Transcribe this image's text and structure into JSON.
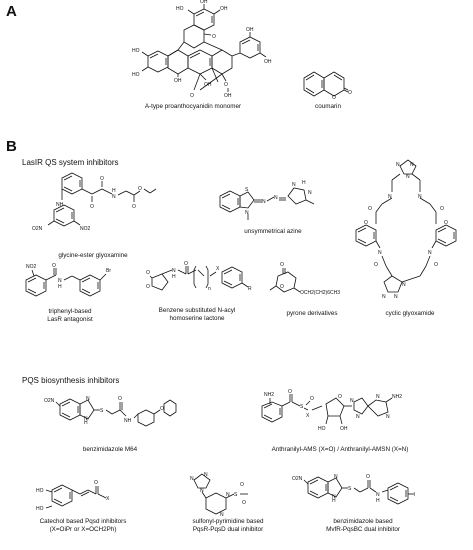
{
  "figure": {
    "panel_a": "A",
    "panel_b": "B",
    "sections": {
      "lasr": "LasIR QS system inhibitors",
      "pqs": "PQS biosynthesis inhibitors"
    },
    "captions": {
      "proanthocyanidin": "A-type proanthocyanidin monomer",
      "coumarin": "coumarin",
      "glycine_ester": "glycine-ester glyoxamine",
      "azine": "unsymmetrical azine",
      "cyclic_glyoxamide": "cyclic glyoxamide",
      "triphenyl_line1": "triphenyl-based",
      "triphenyl_line2": "LasR antagonist",
      "benzene_line1": "Benzene substituted N-acyl",
      "benzene_line2": "homoserine lactone",
      "pyrone": "pyrone derivatives",
      "m64": "benzimidazole M64",
      "anthranilyl": "Anthranilyl-AMS (X=O) / Anthranilyl-AMSN (X=N)",
      "catechol_line1": "Catechol based Pqsd inhibitors",
      "catechol_line2": "(X=OiPr or X=OCH2Ph)",
      "sulfonyl_line1": "sulfonyl-pyrimidine based",
      "sulfonyl_line2": "PqsR-PqsD dual inhibitor",
      "mvfr_line1": "benzimidazole based",
      "mvfr_line2": "MvfR-PqsBC dual inhibitor"
    },
    "atom_labels": {
      "oh": "OH",
      "ho": "HO",
      "o": "O",
      "n": "N",
      "nh": "NH",
      "h": "H",
      "no2": "NO2",
      "o2n": "O2N",
      "br": "Br",
      "r": "R",
      "x": "X",
      "n_sub": "n",
      "s": "S",
      "nh2": "NH2",
      "i": "I",
      "och2": "OCH2(CH2)6CH3"
    }
  }
}
